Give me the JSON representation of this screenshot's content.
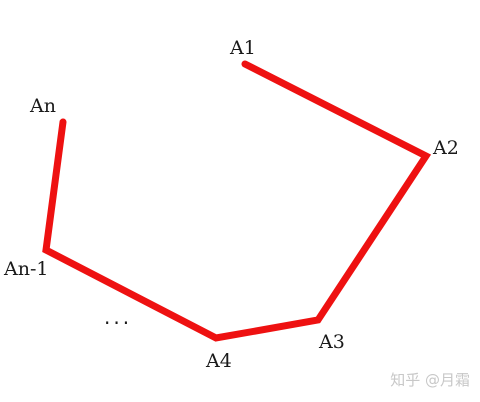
{
  "diagram": {
    "vertex_labels": {
      "a1": "A1",
      "a2": "A2",
      "a3": "A3",
      "a4": "A4",
      "an_minus_1": "An-1",
      "an": "An"
    },
    "ellipsis": "...",
    "edge_color": "#ee1111"
  },
  "watermark": "知乎 @月霜"
}
